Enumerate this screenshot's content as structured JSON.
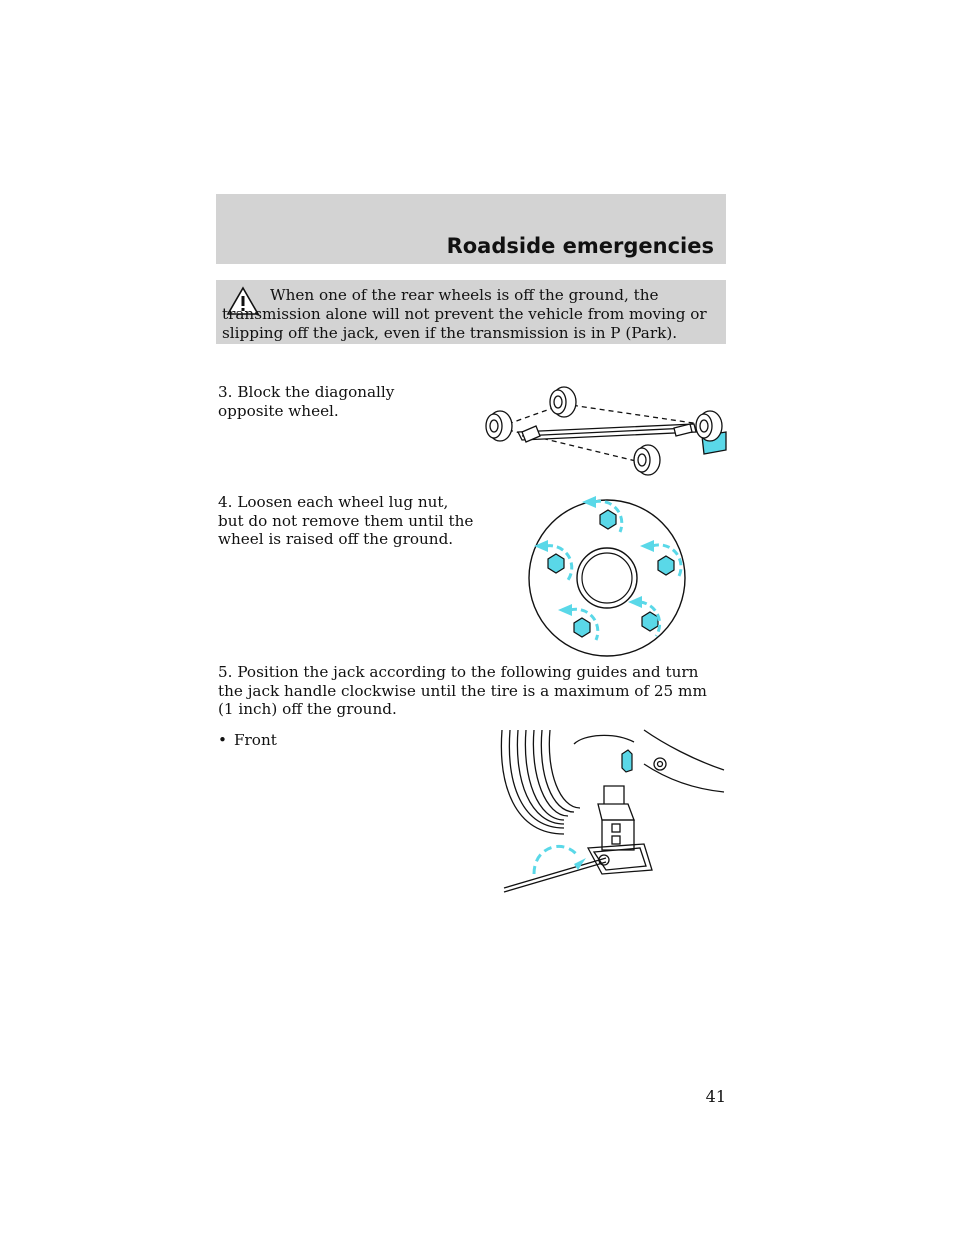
{
  "header": {
    "title": "Roadside emergencies"
  },
  "warning": {
    "icon": "warning-triangle-icon",
    "text": "When one of the rear wheels is off the ground, the transmission alone will not prevent the vehicle from moving or slipping off the jack, even if the transmission is in P (Park)."
  },
  "steps": [
    {
      "text": "3. Block the diagonally opposite wheel."
    },
    {
      "text": "4. Loosen each wheel lug nut, but do not remove them until the wheel is raised off the ground."
    },
    {
      "text": "5. Position the jack according to the following guides and turn the jack handle clockwise until the tire is a maximum of 25 mm (1 inch) off the ground."
    }
  ],
  "bullets": [
    {
      "text": "Front"
    }
  ],
  "page_number": "41",
  "colors": {
    "accent": "#5ad8e8",
    "header_bg": "#d3d3d3"
  },
  "figures": {
    "wheels": "diagonal-wheel-block-illustration",
    "lugs": "lug-nut-loosening-illustration",
    "jack": "front-jack-position-illustration"
  }
}
